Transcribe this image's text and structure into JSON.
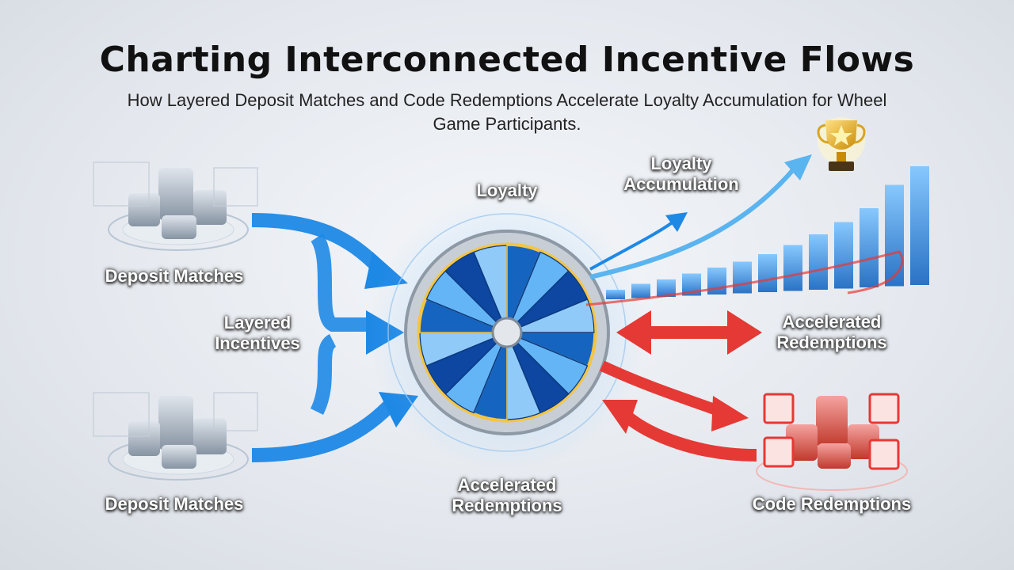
{
  "title": "Charting Interconnected Incentive Flows",
  "subtitle": "How Layered Deposit Matches and Code Redemptions Accelerate Loyalty Accumulation for Wheel Game Participants.",
  "labels": {
    "deposit_top": "Deposit Matches",
    "deposit_bottom": "Deposit Matches",
    "layered_1": "Layered",
    "layered_2": "Incentives",
    "loyalty": "Loyalty",
    "loyalty_acc_1": "Loyalty",
    "loyalty_acc_2": "Accumulation",
    "accel_right_1": "Accelerated",
    "accel_right_2": "Redemptions",
    "accel_bottom_1": "Accelerated",
    "accel_bottom_2": "Redemptions",
    "code_redemptions": "Code Redemptions"
  },
  "colors": {
    "blue": "#1e88e5",
    "blue_light": "#5ab4f0",
    "red": "#e53935",
    "gold": "#f5c542",
    "coin_silver": "#9aa6b4",
    "coin_red": "#d9534f"
  },
  "icons": [
    "coin-stack-icon",
    "coin-stack-icon",
    "red-coin-stack-icon",
    "qr-code-icon",
    "trophy-icon",
    "wheel-icon"
  ]
}
